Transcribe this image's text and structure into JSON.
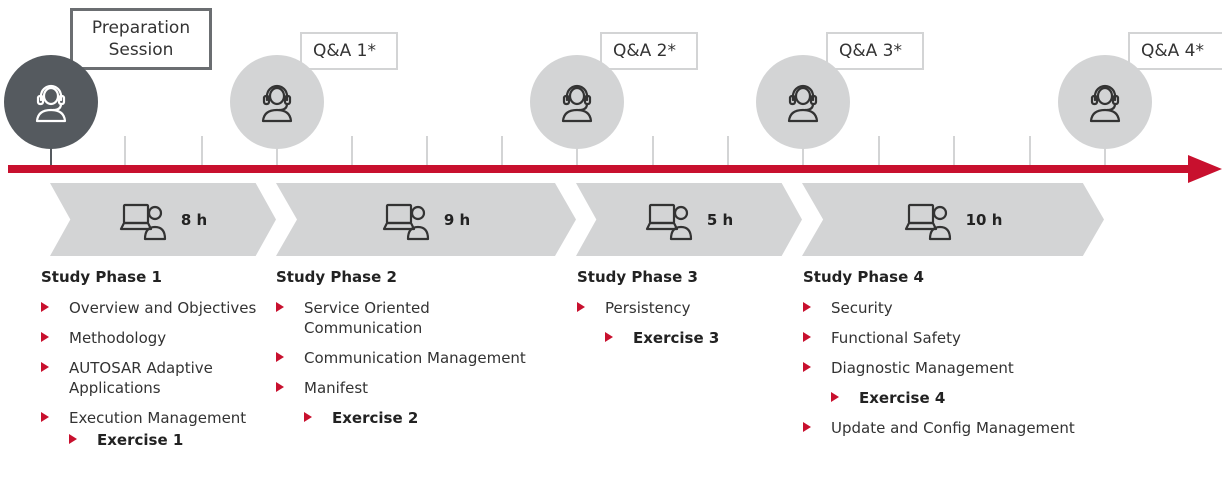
{
  "colors": {
    "accent": "#c8102e",
    "chevron": "#d3d4d5",
    "session_light": "#d3d4d5",
    "session_dark": "#555a5f"
  },
  "preparation": {
    "line1": "Preparation",
    "line2": "Session",
    "icon": "headset-person-icon"
  },
  "qa_sessions": [
    {
      "label": "Q&A 1*",
      "icon": "headset-person-icon"
    },
    {
      "label": "Q&A 2*",
      "icon": "headset-person-icon"
    },
    {
      "label": "Q&A 3*",
      "icon": "headset-person-icon"
    },
    {
      "label": "Q&A 4*",
      "icon": "headset-person-icon"
    }
  ],
  "phases": [
    {
      "hours": "8 h",
      "icon": "laptop-learner-icon",
      "title": "Study Phase 1",
      "items": [
        "Overview and Objectives",
        "Methodology",
        "AUTOSAR Adaptive Applications",
        "Execution Management"
      ],
      "exercise": "Exercise 1"
    },
    {
      "hours": "9 h",
      "icon": "laptop-learner-icon",
      "title": "Study Phase 2",
      "items": [
        "Service Oriented Communication",
        "Communication Management",
        "Manifest"
      ],
      "exercise": "Exercise 2"
    },
    {
      "hours": "5 h",
      "icon": "laptop-learner-icon",
      "title": "Study Phase 3",
      "items": [
        "Persistency"
      ],
      "exercise": "Exercise 3"
    },
    {
      "hours": "10 h",
      "icon": "laptop-learner-icon",
      "title": "Study Phase 4",
      "items": [
        "Security",
        "Functional Safety",
        "Diagnostic Management",
        "Update and Config Management"
      ],
      "exercise": "Exercise 4"
    }
  ]
}
